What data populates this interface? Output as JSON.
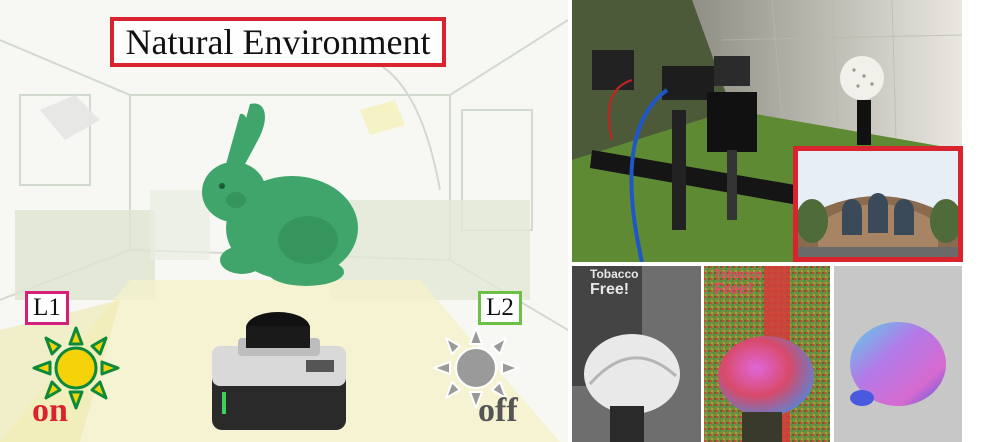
{
  "title": "Natural Environment",
  "lights": [
    {
      "label": "L1",
      "state": "on",
      "state_color": "#d9232e",
      "frame_color": "#d61f7a"
    },
    {
      "label": "L2",
      "state": "off",
      "state_color": "#555555",
      "frame_color": "#6ebf45"
    }
  ],
  "photos": {
    "sign_line1": "Tobacco",
    "sign_line2": "Free!"
  },
  "colors": {
    "highlight_red": "#d9232e",
    "bunny_green": "#3fa56a",
    "sun_yellow": "#f5d20a",
    "sun_ray_green": "#0b8a3a"
  }
}
